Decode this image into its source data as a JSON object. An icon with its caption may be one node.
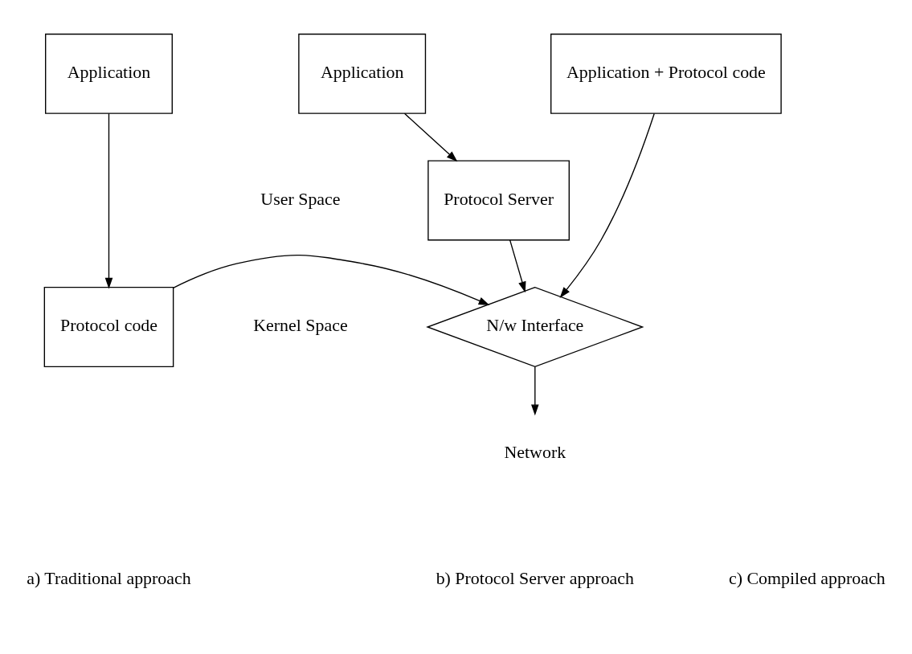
{
  "diagram": {
    "nodes": [
      {
        "text": [
          "Application"
        ]
      },
      {
        "text": [
          "Protocol code"
        ]
      },
      {
        "text": [
          "Application"
        ]
      },
      {
        "text": [
          "Protocol Server"
        ]
      },
      {
        "text": [
          "Application + Protocol code"
        ]
      },
      {
        "text": [
          "N/w Interface"
        ]
      },
      {
        "text": [
          "Network"
        ]
      }
    ],
    "edges": [
      {
        "from": 0,
        "to": 1,
        "arrow": "to"
      },
      {
        "from": 2,
        "to": 3,
        "arrow": "to"
      },
      {
        "from": 3,
        "to": 5,
        "arrow": "to"
      },
      {
        "from": 1,
        "to": 5,
        "arrow": "to"
      },
      {
        "from": 4,
        "to": 5,
        "arrow": "to"
      },
      {
        "from": 5,
        "to": 6,
        "arrow": "to"
      }
    ],
    "labels": [
      "User Space",
      "Kernel Space",
      "a) Traditional approach",
      "b) Protocol Server approach",
      "c) Compiled approach"
    ]
  }
}
